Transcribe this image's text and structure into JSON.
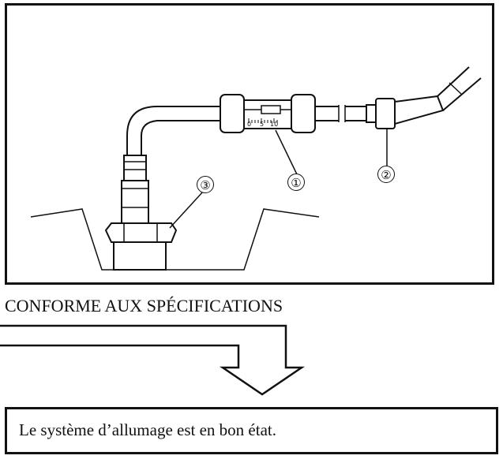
{
  "illustration": {
    "callouts": [
      "①",
      "②",
      "③"
    ],
    "scale_labels": [
      "0",
      "5",
      "10"
    ]
  },
  "condition_text": "CONFORME AUX SPÉCIFICATIONS",
  "result_text": "Le système d’allumage est en bon état."
}
